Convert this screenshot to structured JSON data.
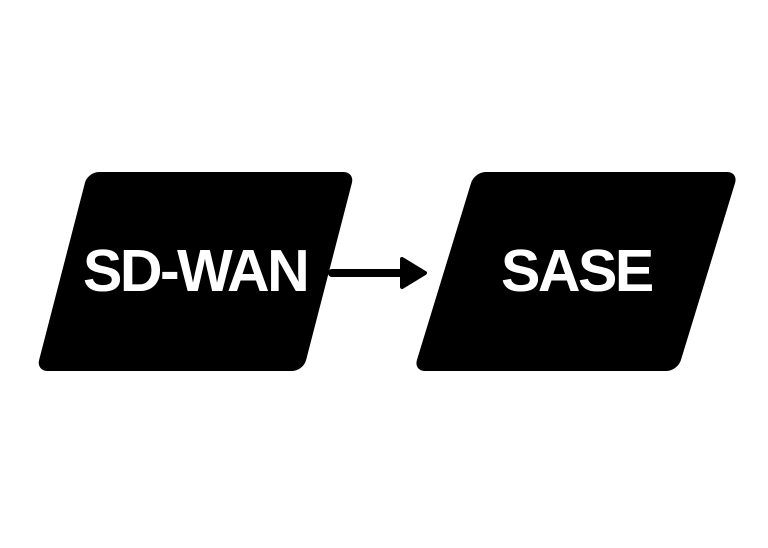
{
  "diagram": {
    "nodes": [
      {
        "id": "sd-wan",
        "label": "SD-WAN"
      },
      {
        "id": "sase",
        "label": "SASE"
      }
    ],
    "connector": {
      "from": "sd-wan",
      "to": "sase",
      "direction": "right",
      "icon": "arrow-right-icon"
    },
    "colors": {
      "background": "#ffffff",
      "shape": "#000000",
      "label": "#ffffff",
      "arrow": "#000000"
    }
  }
}
